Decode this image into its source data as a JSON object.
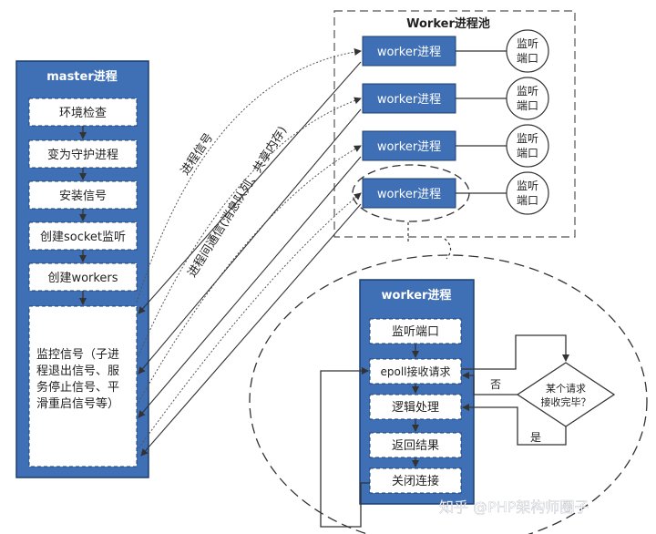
{
  "master": {
    "title": "master进程",
    "steps": [
      "环境检查",
      "变为守护进程",
      "安装信号",
      "创建socket监听",
      "创建workers"
    ],
    "monitor_lines": [
      "监控信号（子进",
      "程退出信号、服",
      "务停止信号、平",
      "滑重启信号等）"
    ]
  },
  "pool": {
    "title": "Worker进程池",
    "worker_label": "worker进程",
    "listen_lines": [
      "监听",
      "端口"
    ]
  },
  "arrows": {
    "signal_label": "进程信号",
    "ipc_label": "进程间通信(消息队列、共享内存)"
  },
  "detail": {
    "title": "worker进程",
    "steps": [
      "监听端口",
      "epoll接收请求",
      "逻辑处理",
      "返回结果",
      "关闭连接"
    ],
    "decision_lines": [
      "某个请求",
      "接收完毕？"
    ],
    "no_label": "否",
    "yes_label": "是"
  },
  "watermark": "知乎 @PHP架构师圈子",
  "colors": {
    "box_fill": "#3f6fb5",
    "box_border": "#1d3f70",
    "step_fill": "#ffffff",
    "line": "#333333"
  }
}
